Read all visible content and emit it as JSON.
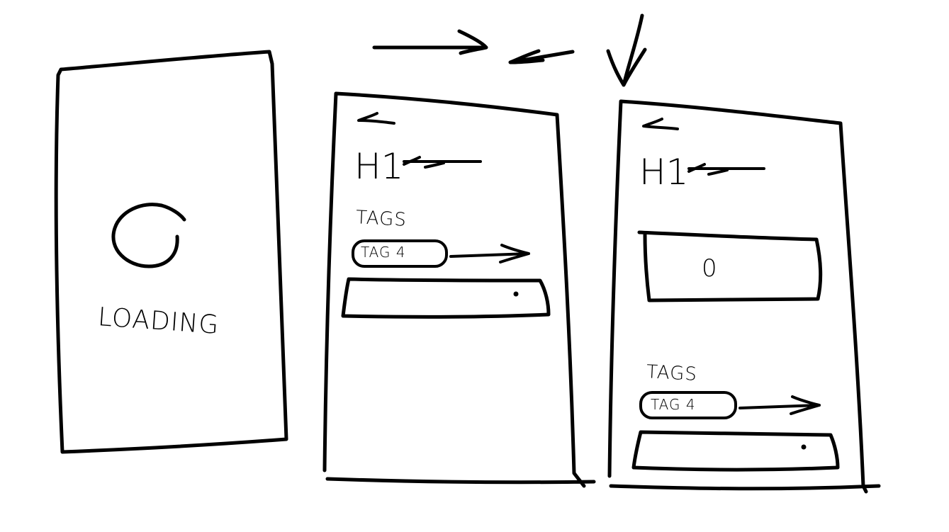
{
  "screens": [
    {
      "id": "loading",
      "label": "LOADING"
    },
    {
      "id": "detail",
      "heading": "H1",
      "tags_label": "TAGS",
      "tag_chip": "TAG 4"
    },
    {
      "id": "detail-with-box",
      "heading": "H1",
      "box_value": "0",
      "tags_label": "TAGS",
      "tag_chip": "TAG 4"
    }
  ],
  "style": {
    "ink_color": "#000000",
    "paper_color": "#ffffff"
  }
}
